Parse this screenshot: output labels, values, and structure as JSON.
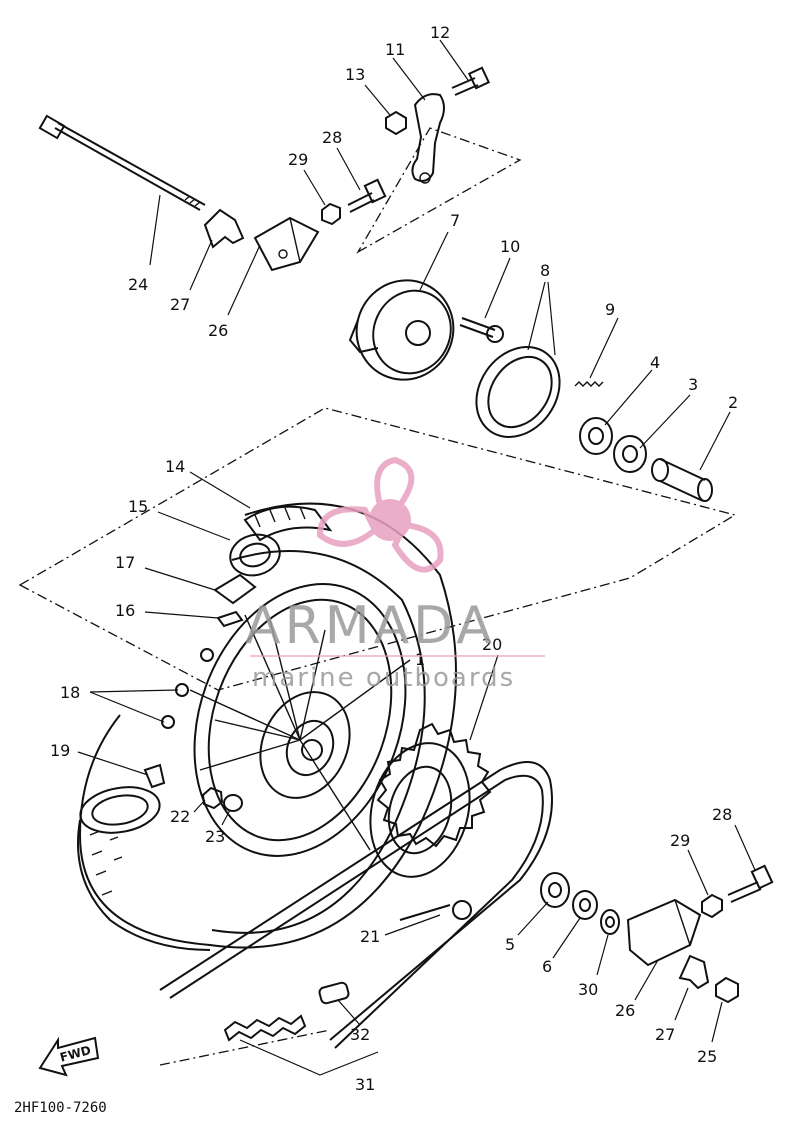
{
  "diagram": {
    "callouts": [
      "1",
      "2",
      "3",
      "4",
      "5",
      "6",
      "7",
      "8",
      "9",
      "10",
      "11",
      "12",
      "13",
      "14",
      "15",
      "16",
      "17",
      "18",
      "19",
      "20",
      "21",
      "22",
      "23",
      "24",
      "25",
      "26",
      "26",
      "27",
      "27",
      "28",
      "28",
      "29",
      "29",
      "30",
      "31",
      "32"
    ],
    "fwd_label": "FWD",
    "part_code": "2HF100-7260"
  },
  "watermark": {
    "brand": "ARMADA",
    "tagline": "marine outboards",
    "color": "#e8a0c0"
  }
}
